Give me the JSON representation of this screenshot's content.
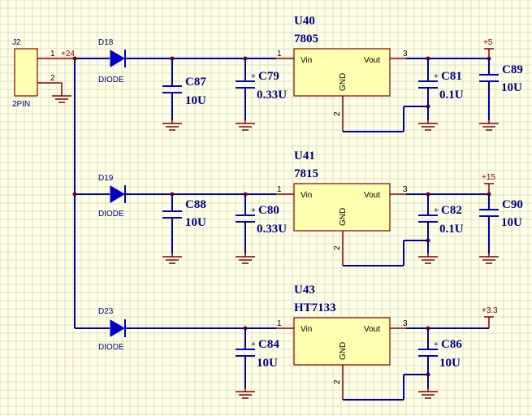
{
  "connector": {
    "ref": "J2",
    "value": "2PIN",
    "pin1": "1",
    "pin2": "2"
  },
  "nets": {
    "in": "+24",
    "out1": "+5",
    "out2": "+15",
    "out3": "+3.3"
  },
  "rails": [
    {
      "diode": {
        "ref": "D18",
        "value": "DIODE"
      },
      "cap_in": {
        "ref": "C87",
        "value": "10U"
      },
      "cap_ecap_in": {
        "ref": "C79",
        "value": "0.33U"
      },
      "regulator": {
        "ref": "U40",
        "value": "7805",
        "vin": "Vin",
        "vout": "Vout",
        "gnd": "GND",
        "pin_in": "1",
        "pin_out": "3",
        "pin_gnd": "2"
      },
      "cap_ecap_out": {
        "ref": "C81",
        "value": "0.1U"
      },
      "cap_out": {
        "ref": "C89",
        "value": "10U"
      }
    },
    {
      "diode": {
        "ref": "D19",
        "value": "DIODE"
      },
      "cap_in": {
        "ref": "C88",
        "value": "10U"
      },
      "cap_ecap_in": {
        "ref": "C80",
        "value": "0.33U"
      },
      "regulator": {
        "ref": "U41",
        "value": "7815",
        "vin": "Vin",
        "vout": "Vout",
        "gnd": "GND",
        "pin_in": "1",
        "pin_out": "3",
        "pin_gnd": "2"
      },
      "cap_ecap_out": {
        "ref": "C82",
        "value": "0.1U"
      },
      "cap_out": {
        "ref": "C90",
        "value": "10U"
      }
    },
    {
      "diode": {
        "ref": "D23",
        "value": "DIODE"
      },
      "cap_ecap_in": {
        "ref": "C84",
        "value": "10U"
      },
      "regulator": {
        "ref": "U43",
        "value": "HT7133",
        "vin": "Vin",
        "vout": "Vout",
        "gnd": "GND",
        "pin_in": "1",
        "pin_out": "3",
        "pin_gnd": "2"
      },
      "cap_ecap_out": {
        "ref": "C86",
        "value": "10U"
      }
    }
  ],
  "polarity_mark": "+"
}
